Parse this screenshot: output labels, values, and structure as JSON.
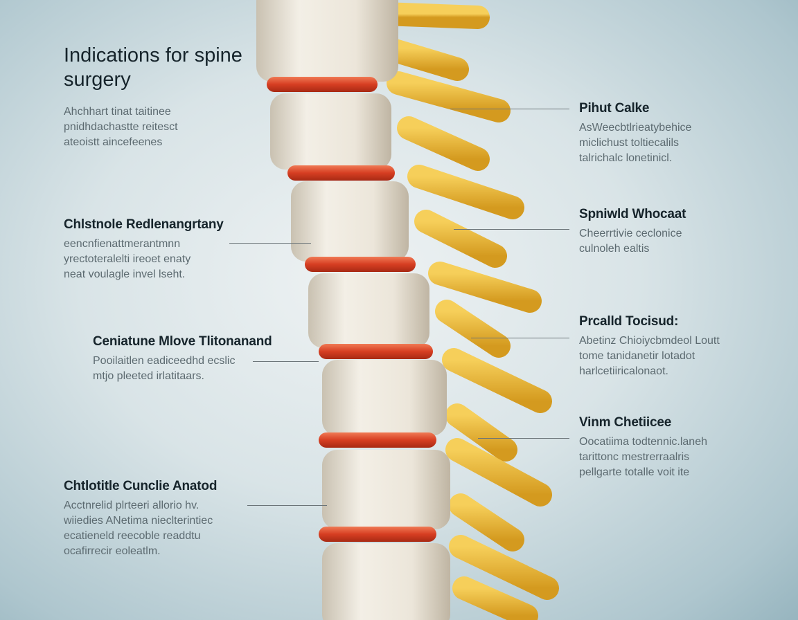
{
  "title": "Indications for spine surgery",
  "intro": [
    "Ahchhart tinat taitinee",
    "pnidhdachastte reitesct",
    "ateoistt aincefeenes"
  ],
  "left_labels": [
    {
      "heading": "Chlstnole Redlenangrtany",
      "lines": [
        "eencnfienattmerantmnn",
        "yrectoteralelti ireoet enaty",
        "neat voulagle invel lseht."
      ]
    },
    {
      "heading": "Ceniatune Mlove Tlitonanand",
      "lines": [
        "Pooilaitlen eadiceedhd ecslic",
        "mtjo pleeted irlatitaars."
      ]
    },
    {
      "heading": "Chtlotitle Cunclie Anatod",
      "lines": [
        "Acctnrelid plrteeri allorio hv.",
        "wiiedies ANetima nieclterintiec",
        "ecatieneld reecoble readdtu",
        "ocafirrecir eoleatlm."
      ]
    }
  ],
  "right_labels": [
    {
      "heading": "Pihut Calke",
      "lines": [
        "AsWeecbtlrieatybehice",
        "miclichust toltiecalils",
        "talrichalc lonetinicl."
      ]
    },
    {
      "heading": "Spniwld Whocaat",
      "lines": [
        "Cheerrtivie ceclonice",
        "culnoleh ealtis"
      ]
    },
    {
      "heading": "Prcalld Tocisud:",
      "lines": [
        "Abetinz Chioiycbmdeol Loutt",
        "tome tanidanetir lotadot",
        "harlcetiiricalonaot."
      ]
    },
    {
      "heading": "Vinm Chetiicee",
      "lines": [
        "Oocatiima todtennic.laneh",
        "tarittonc mestrerraalris",
        "pellgarte totalle voit ite"
      ]
    }
  ],
  "colors": {
    "bone": "#eee8dc",
    "disc": "#d94a2c",
    "process": "#e8b53a"
  }
}
